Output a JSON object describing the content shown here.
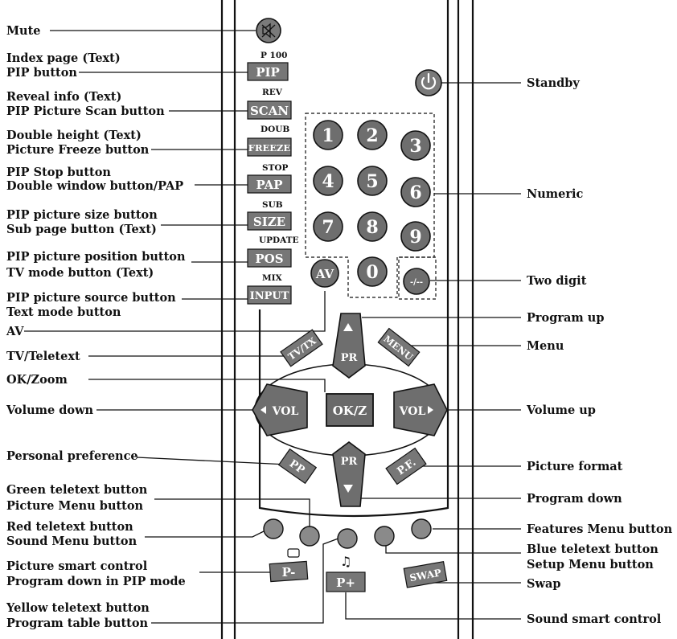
{
  "left_labels": {
    "mute": "Mute",
    "index_page": "Index page (Text)",
    "pip_button": "PIP button",
    "reveal_info": "Reveal info (Text)",
    "pip_scan": "PIP Picture Scan button",
    "double_height": "Double height (Text)",
    "picture_freeze": "Picture Freeze button",
    "pip_stop": "PIP Stop button",
    "double_window": "Double window button/PAP",
    "pip_size": "PIP picture size button",
    "sub_page": "Sub page button (Text)",
    "pip_position": "PIP picture position button",
    "tv_mode": "TV mode button (Text)",
    "pip_source": "PIP picture source button",
    "text_mode": "Text mode button",
    "av": "AV",
    "tv_teletext": "TV/Teletext",
    "ok_zoom": "OK/Zoom",
    "volume_down": "Volume down",
    "personal_preference": "Personal preference",
    "green_teletext": "Green teletext button",
    "picture_menu": "Picture Menu button",
    "red_teletext": "Red teletext button",
    "sound_menu": "Sound  Menu button",
    "picture_smart": "Picture smart control",
    "program_down_pip": "Program down in PIP mode",
    "yellow_teletext": "Yellow teletext button",
    "program_table": "Program table button"
  },
  "right_labels": {
    "standby": "Standby",
    "numeric": "Numeric",
    "two_digit": "Two digit",
    "program_up": "Program up",
    "menu": "Menu",
    "volume_up": "Volume up",
    "picture_format": "Picture format",
    "program_down": "Program down",
    "features_menu": "Features Menu button",
    "blue_teletext": "Blue teletext button",
    "setup_menu": "Setup Menu button",
    "swap": "Swap",
    "sound_smart": "Sound smart control"
  },
  "buttons": {
    "pip": "PIP",
    "scan": "SCAN",
    "freeze": "FREEZE",
    "pap": "PAP",
    "size": "SIZE",
    "pos": "POS",
    "input": "INPUT",
    "av": "AV",
    "digits": [
      "1",
      "2",
      "3",
      "4",
      "5",
      "6",
      "7",
      "8",
      "9",
      "0"
    ],
    "two_digit": "-/--",
    "tvtx": "TV/TX",
    "menu": "MENU",
    "pr": "PR",
    "vol": "VOL",
    "okz": "OK/Z",
    "pp": "PP",
    "pf": "P.F.",
    "p_minus": "P-",
    "p_plus": "P+",
    "swap": "SWAP"
  },
  "secondary_labels": {
    "p100": "P 100",
    "rev": "REV",
    "doub": "DOUB",
    "stop": "STOP",
    "sub": "SUB",
    "update": "UPDATE",
    "mix": "MIX"
  },
  "icons": {
    "mute": "speaker-muted-icon",
    "standby": "power-icon",
    "picture": "tv-screen-icon",
    "sound": "music-note-icon"
  }
}
